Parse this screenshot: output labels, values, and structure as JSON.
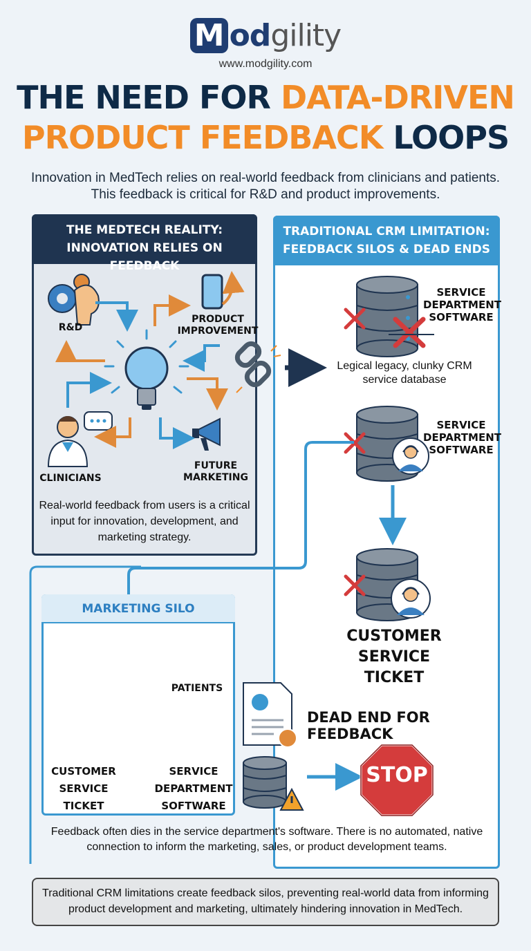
{
  "header": {
    "logo_m": "M",
    "logo_od": "od",
    "logo_gility": "gility",
    "url": "www.modgility.com",
    "title_line1_dark": "THE NEED FOR ",
    "title_line1_orange": "DATA-DRIVEN",
    "title_line2_orange": "PRODUCT FEEDBACK ",
    "title_line2_dark": "LOOPS",
    "intro": "Innovation in MedTech relies on real-world feedback from clinicians and patients. This feedback is critical for R&D and product improvements."
  },
  "left_panel": {
    "heading_line1": "THE MEDTECH REALITY:",
    "heading_line2": "INNOVATION RELIES ON FEEDBACK",
    "rd": "R&D",
    "product_improvement_1": "PRODUCT",
    "product_improvement_2": "IMPROVEMENT",
    "clinicians": "CLINICIANS",
    "future_marketing_1": "FUTURE",
    "future_marketing_2": "MARKETING",
    "caption": "Real-world feedback from users is a critical input for innovation, development, and marketing strategy."
  },
  "right_panel": {
    "heading_line1": "TRADITIONAL CRM LIMITATION:",
    "heading_line2": "FEEDBACK SILOS & DEAD ENDS",
    "svc1_line1": "SERVICE",
    "svc1_line2": "DEPARTMENT",
    "svc1_line3": "SOFTWARE",
    "legacy_caption": "Legical legacy, clunky CRM service database",
    "svc2_line1": "SERVICE",
    "svc2_line2": "DEPARTMENT",
    "svc2_line3": "SOFTWARE",
    "cst_line1": "CUSTOMER SERVICE",
    "cst_line2": "TICKET",
    "dead_end": "DEAD END FOR FEEDBACK",
    "stop": "STOP",
    "caption": "Feedback often dies in the service department's software. There is no automated, native connection to inform the marketing, sales, or product development teams."
  },
  "marketing_silo": {
    "heading": "MARKETING SILO",
    "patients": "PATIENTS",
    "cst_line1": "CUSTOMER",
    "cst_line2": "SERVICE",
    "cst_line3": "TICKET",
    "sds_line1": "SERVICE",
    "sds_line2": "DEPARTMENT",
    "sds_line3": "SOFTWARE"
  },
  "footer": {
    "text": "Traditional CRM limitations create feedback silos, preventing real-world data from informing product development and marketing, ultimately hindering innovation in MedTech."
  },
  "colors": {
    "navy": "#1f3450",
    "orange": "#f28c28",
    "blue": "#3a98d0",
    "red": "#d43c3c"
  }
}
